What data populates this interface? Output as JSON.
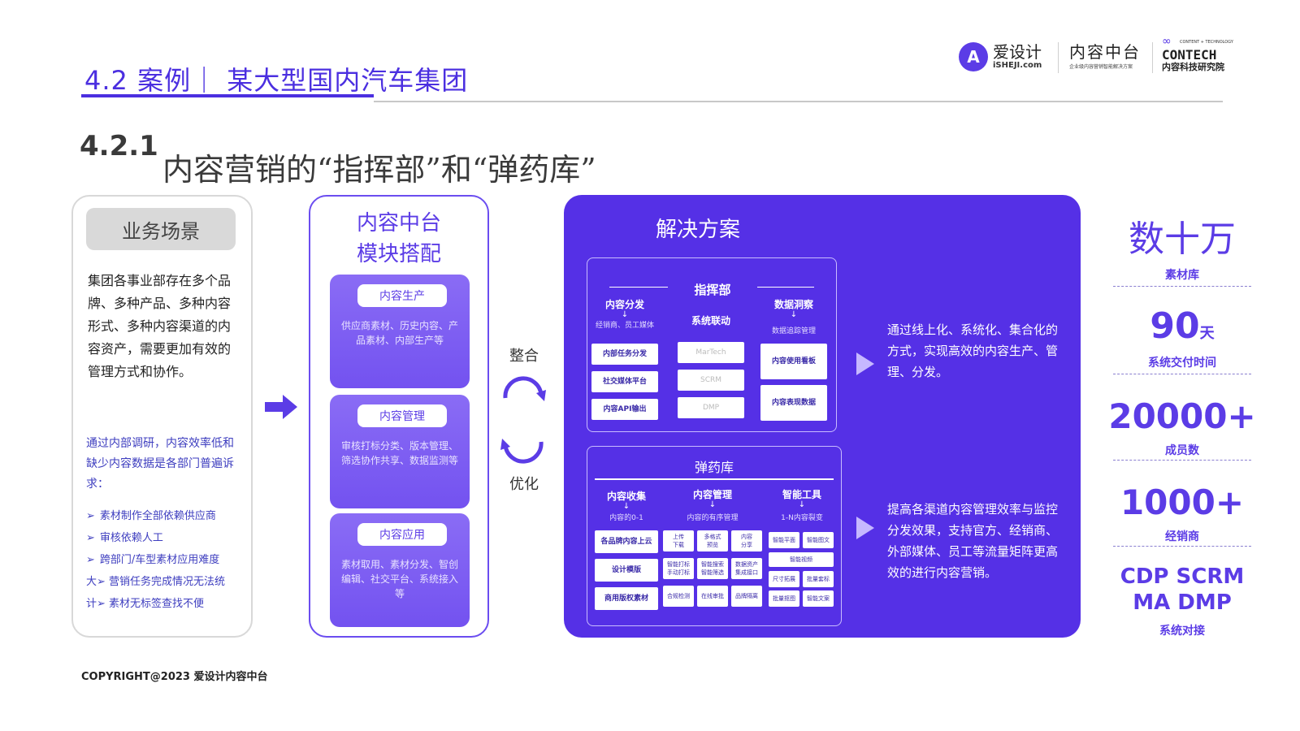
{
  "header": {
    "section_title": "4.2 案例｜ 某大型国内汽车集团",
    "logos": {
      "ishejj_main": "爱设计",
      "ishejj_sub": "iSHEJI.com",
      "neirong_main": "内容中台",
      "neirong_sub": "企业级内容营销智能解决方案",
      "contech_top": "CONTENT + TECHNOLOGY",
      "contech_main": "CONTECH",
      "contech_sub": "内容科技研究院"
    }
  },
  "subtitle": {
    "number": "4.2.1",
    "text": "内容营销的“指挥部”和“弹药库”"
  },
  "scenario": {
    "title": "业务场景",
    "body": "集团各事业部存在多个品牌、多种产品、多种内容形式、多种内容渠道的内容资产，需要更加有效的管理方式和协作。",
    "note": "通过内部调研，内容效率低和缺少内容数据是各部门普遍诉求：",
    "items": [
      "素材制作全部依赖供应商",
      "审核依赖人工",
      "跨部门/车型素材应用难度",
      "大➢  营销任务完成情况无法统",
      "计➢  素材无标签查找不便"
    ]
  },
  "modules": {
    "title_line1": "内容中台",
    "title_line2": "模块搭配",
    "items": [
      {
        "label": "内容生产",
        "desc": "供应商素材、历史内容、产品素材、内部生产等"
      },
      {
        "label": "内容管理",
        "desc": "审核打标分类、版本管理、筛选协作共享、数据监测等"
      },
      {
        "label": "内容应用",
        "desc": "素材取用、素材分发、智创编辑、社交平台、系统接入等"
      }
    ]
  },
  "cycle": {
    "top": "整合",
    "bottom": "优化"
  },
  "solution": {
    "title": "解决方案",
    "command": {
      "title": "指挥部",
      "col1": {
        "head": "内容分发",
        "sub": "经销商、员工媒体",
        "boxes": [
          "内部任务分发",
          "社交媒体平台",
          "内容API输出"
        ]
      },
      "col2": {
        "head": "系统联动",
        "boxes": [
          "MarTech",
          "SCRM",
          "DMP"
        ]
      },
      "col3": {
        "head": "数据洞察",
        "sub": "数据追踪管理",
        "boxes": [
          "内容使用看板",
          "内容表现数据"
        ]
      }
    },
    "command_text": "通过线上化、系统化、集合化的方式，实现高效的内容生产、管理、分发。",
    "arsenal": {
      "title": "弹药库",
      "col1": {
        "head": "内容收集",
        "sub": "内容的0-1",
        "boxes": [
          "各品牌内容上云",
          "设计模版",
          "商用版权素材"
        ]
      },
      "col2": {
        "head": "内容管理",
        "sub": "内容的有序管理",
        "boxes": [
          "上传\n下载",
          "多格式\n预览",
          "内容\n分享",
          "智能打标\n手动打标",
          "智能搜索\n智能筛选",
          "数据资产\n集成接口",
          "合规检测",
          "在线审批",
          "品牌隔离"
        ]
      },
      "col3": {
        "head": "智能工具",
        "sub": "1-N内容裂变",
        "boxes": [
          "智能平面",
          "智能图文",
          "智能视频",
          "尺寸拓展",
          "批量套标",
          "批量抠图",
          "智能文案"
        ]
      }
    },
    "arsenal_text": "提高各渠道内容管理效率与监控分发效果，支持官方、经销商、外部媒体、员工等流量矩阵更高效的进行内容营销。"
  },
  "stats": [
    {
      "value": "数十万",
      "unit": "",
      "label": "素材库"
    },
    {
      "value": "90",
      "unit": "天",
      "label": "系统交付时间"
    },
    {
      "value": "20000+",
      "unit": "",
      "label": "成员数"
    },
    {
      "value": "1000+",
      "unit": "",
      "label": "经销商"
    }
  ],
  "systems": {
    "line1": "CDP SCRM",
    "line2": "MA DMP",
    "label": "系统对接"
  },
  "footer": {
    "copyright": "COPYRIGHT@2023 爱设计内容中台"
  },
  "colors": {
    "accent": "#5B3CE6",
    "panel": "#5530E6",
    "module": "#7A5BF2"
  }
}
